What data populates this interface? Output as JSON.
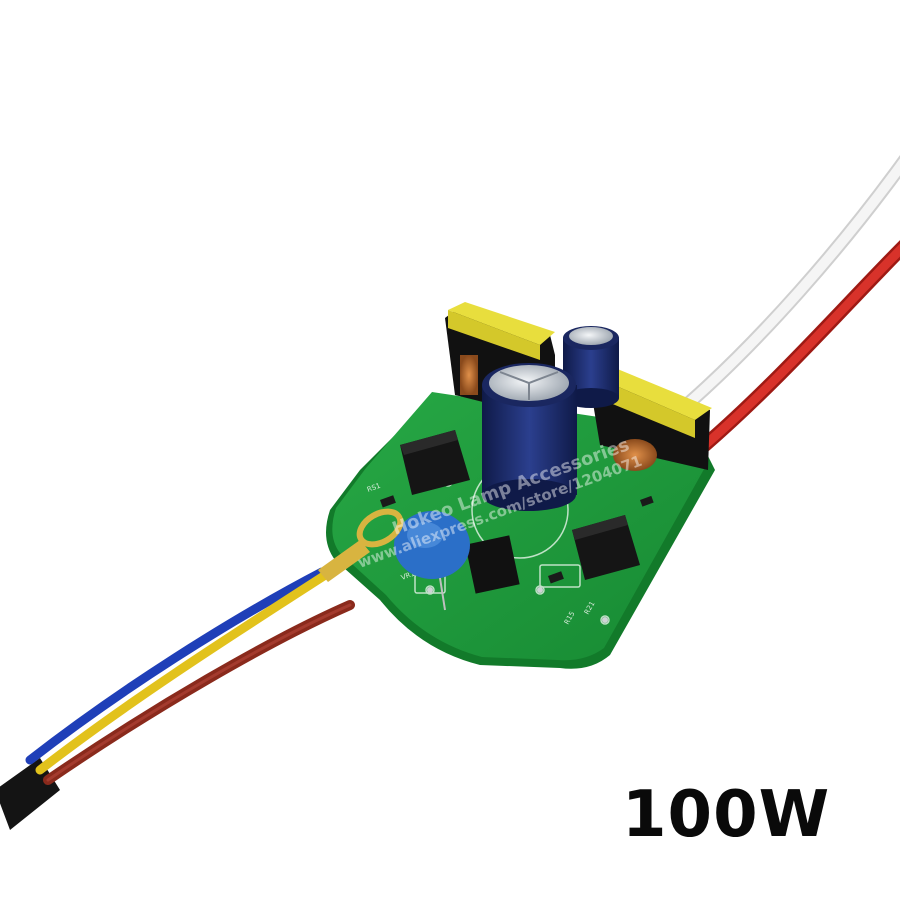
{
  "product": {
    "power_label": "100W"
  },
  "watermark": {
    "line1": "Hokeo Lamp Accessories",
    "line2": "www.aliexpress.com/store/1204071"
  },
  "colors": {
    "background": "#ffffff",
    "pcb": "#1f9a3a",
    "pcb_edge": "#127a2a",
    "transformer_bobbin": "#e6dd3a",
    "capacitor": "#1e2d6e",
    "safety_capacitor": "#2b6fc8",
    "wire_white": "#f2f2f2",
    "wire_red": "#d42a22",
    "wire_blue": "#1f3fb8",
    "wire_yellow": "#e2c21c",
    "wire_brown": "#8a2a1c",
    "cable_jacket": "#141414",
    "ring_terminal": "#d8b440"
  },
  "icons": [
    "led-driver-board",
    "transformer-icon",
    "electrolytic-capacitor-icon",
    "ring-terminal-icon",
    "ic-chip-icon"
  ]
}
